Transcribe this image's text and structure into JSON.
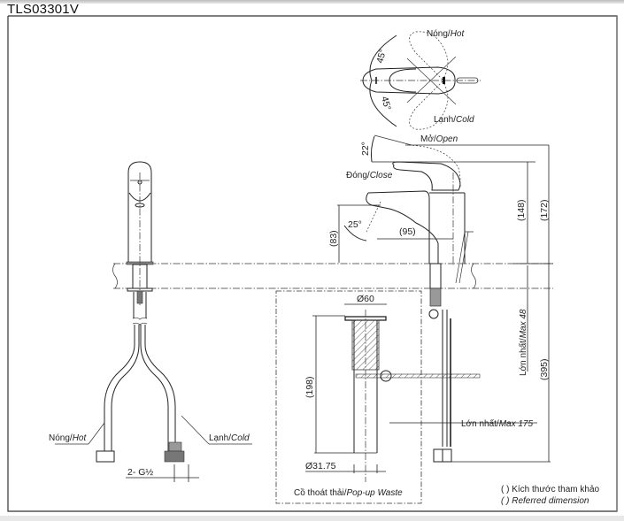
{
  "title": "TLS03301V",
  "top_view": {
    "hot_label": "Nóng/",
    "hot_label_en": "Hot",
    "cold_label": "Lạnh/",
    "cold_label_en": "Cold",
    "angle_hot": "45°",
    "angle_cold": "45°"
  },
  "side_view": {
    "open_label": "Mở/",
    "open_label_en": "Open",
    "close_label": "Đóng/",
    "close_label_en": "Close",
    "lever_angle": "22°",
    "spout_angle": "25°",
    "spout_reach": "(95)",
    "spout_height": "(83)",
    "height_148": "(148)",
    "height_172": "(172)",
    "deck_max": "Lớn nhất/",
    "deck_max_en": "Max 48",
    "total_height": "(395)"
  },
  "front_view": {
    "hot_label": "Nóng/",
    "hot_label_en": "Hot",
    "cold_label": "Lạnh/",
    "cold_label_en": "Cold",
    "connection": "2- G½"
  },
  "waste": {
    "diameter_top": "Ø60",
    "height": "(198)",
    "diameter_pipe": "Ø31.75",
    "label": "Cồ thoát thải/",
    "label_en": "Pop-up Waste",
    "rod_max": "Lớn nhất/",
    "rod_max_en": "Max 175"
  },
  "legend": {
    "line1": "( ) Kích thước tham khảo",
    "line2": "( ) Referred dimension"
  }
}
